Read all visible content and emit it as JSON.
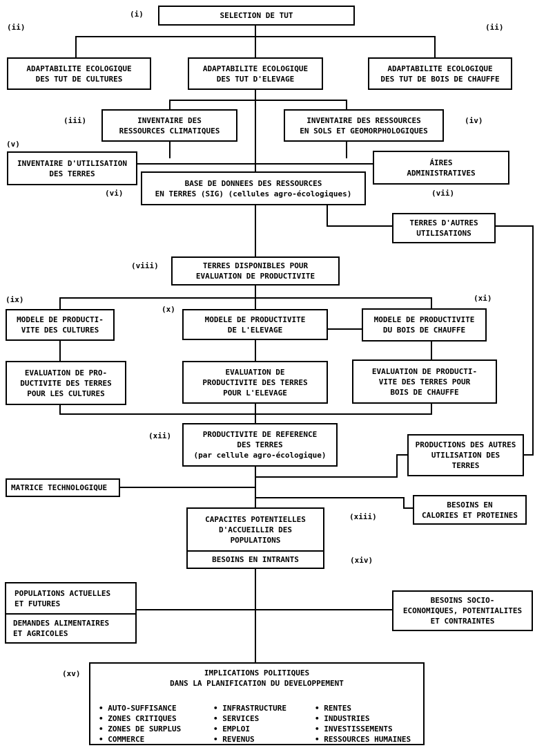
{
  "labels": {
    "i": "(i)",
    "ii_left": "(ii)",
    "ii_right": "(ii)",
    "iii": "(iii)",
    "iv": "(iv)",
    "v": "(v)",
    "vi": "(vi)",
    "vii": "(vii)",
    "viii": "(viii)",
    "ix": "(ix)",
    "x": "(x)",
    "xi": "(xi)",
    "xii": "(xii)",
    "xiii": "(xiii)",
    "xiv": "(xiv)",
    "xv": "(xv)"
  },
  "boxes": {
    "selection": [
      "SELECTION DE TUT"
    ],
    "adapt_cultures": [
      "ADAPTABILITE ECOLOGIQUE",
      "DES TUT DE CULTURES"
    ],
    "adapt_elevage": [
      "ADAPTABILITE ECOLOGIQUE",
      "DES TUT D'ELEVAGE"
    ],
    "adapt_bois": [
      "ADAPTABILITE ECOLOGIQUE",
      "DES TUT DE BOIS DE CHAUFFE"
    ],
    "inv_climat": [
      "INVENTAIRE DES",
      "RESSOURCES CLIMATIQUES"
    ],
    "inv_sols": [
      "INVENTAIRE DES RESSOURCES",
      "EN SOLS ET GEOMORPHOLOGIQUES"
    ],
    "inv_utilisation": [
      "INVENTAIRE D'UTILISATION",
      "DES TERRES"
    ],
    "aires": [
      "ÁIRES",
      "ADMINISTRATIVES"
    ],
    "base": [
      "BASE DE DONNEES DES RESSOURCES",
      "EN TERRES (SIG) (cellules agro-écologiques)"
    ],
    "terres_autres": [
      "TERRES D'AUTRES",
      "UTILISATIONS"
    ],
    "terres_dispo": [
      "TERRES DISPONIBLES POUR",
      "EVALUATION DE PRODUCTIVITE"
    ],
    "modele_cultures": [
      "MODELE DE PRODUCTI-",
      "VITE DES CULTURES"
    ],
    "modele_elevage": [
      "MODELE DE PRODUCTIVITE",
      "DE L'ELEVAGE"
    ],
    "modele_bois": [
      "MODELE DE PRODUCTIVITE",
      "DU BOIS DE CHAUFFE"
    ],
    "eval_cultures": [
      "EVALUATION DE PRO-",
      "DUCTIVITE DES TERRES",
      "POUR LES CULTURES"
    ],
    "eval_elevage": [
      "EVALUATION DE",
      "PRODUCTIVITE DES TERRES",
      "POUR L'ELEVAGE"
    ],
    "eval_bois": [
      "EVALUATION DE PRODUCTI-",
      "VITE DES TERRES POUR",
      "BOIS DE CHAUFFE"
    ],
    "productivite_ref": [
      "PRODUCTIVITE DE REFERENCE",
      "DES TERRES",
      "(par cellule agro-écologique)"
    ],
    "productions_autres": [
      "PRODUCTIONS DES AUTRES",
      "UTILISATION DES",
      "TERRES"
    ],
    "matrice": [
      "MATRICE TECHNOLOGIQUE"
    ],
    "besoins_calories": [
      "BESOINS EN",
      "CALORIES ET PROTEINES"
    ],
    "capacites": [
      "CAPACITES POTENTIELLES",
      "D'ACCUEILLIR DES",
      "POPULATIONS"
    ],
    "besoins_intrants": [
      "BESOINS EN INTRANTS"
    ],
    "populations": [
      "POPULATIONS ACTUELLES",
      "ET FUTURES"
    ],
    "demandes": [
      "DEMANDES ALIMENTAIRES",
      "ET AGRICOLES"
    ],
    "besoins_socio": [
      "BESOINS SOCIO-",
      "ECONOMIQUES, POTENTIALITES",
      "ET CONTRAINTES"
    ]
  },
  "policy": {
    "title": [
      "IMPLICATIONS POLITIQUES",
      "DANS LA PLANIFICATION DU DEVELOPPEMENT"
    ],
    "col1": [
      "AUTO-SUFFISANCE",
      "ZONES CRITIQUES",
      "ZONES DE SURPLUS",
      "COMMERCE"
    ],
    "col2": [
      "INFRASTRUCTURE",
      "SERVICES",
      "EMPLOI",
      "REVENUS"
    ],
    "col3": [
      "RENTES",
      "INDUSTRIES",
      "INVESTISSEMENTS",
      "RESSOURCES HUMAINES"
    ]
  }
}
